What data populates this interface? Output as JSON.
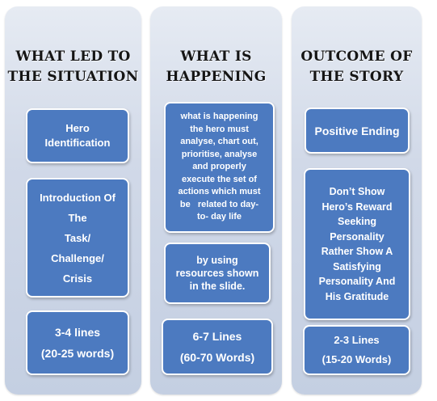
{
  "columns": [
    {
      "heading": [
        "WHAT LED TO",
        "THE SITUATION"
      ],
      "boxes": [
        {
          "lines": [
            "Hero",
            "Identification"
          ]
        },
        {
          "lines": [
            "Introduction Of",
            "The",
            "Task/",
            "Challenge/",
            "Crisis"
          ]
        },
        {
          "lines": [
            "3-4 lines",
            "(20-25 words)"
          ]
        }
      ]
    },
    {
      "heading": [
        "WHAT IS",
        "HAPPENING"
      ],
      "boxes": [
        {
          "lines": [
            "what is happening",
            "the hero must",
            "analyse, chart out,",
            "prioritise, analyse",
            "and properly",
            "execute the set of",
            "actions which must",
            "be   related to day-",
            "to- day life"
          ]
        },
        {
          "lines": [
            "by using",
            "resources shown",
            "in the slide."
          ]
        },
        {
          "lines": [
            "6-7 Lines",
            "(60-70 Words)"
          ]
        }
      ]
    },
    {
      "heading": [
        "OUTCOME OF",
        "THE STORY"
      ],
      "boxes": [
        {
          "lines": [
            "Positive Ending"
          ]
        },
        {
          "lines": [
            "Don’t Show",
            "Hero’s Reward",
            "Seeking",
            "Personality",
            "Rather Show A",
            "Satisfying",
            "Personality And",
            "His Gratitude"
          ]
        },
        {
          "lines": [
            "2-3 Lines",
            "(15-20 Words)"
          ]
        }
      ]
    }
  ]
}
